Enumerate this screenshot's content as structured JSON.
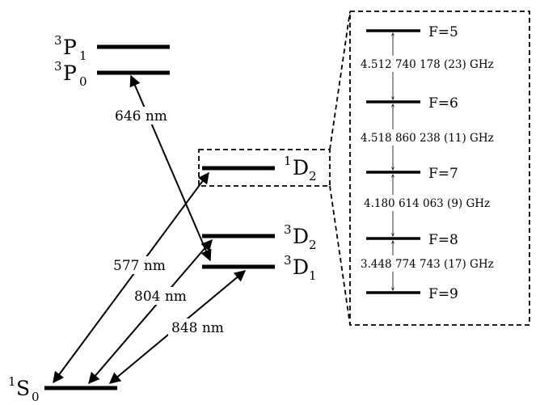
{
  "levels": {
    "P1": {
      "sup": "3",
      "letter": "P",
      "sub": "1"
    },
    "P0": {
      "sup": "3",
      "letter": "P",
      "sub": "0"
    },
    "D2singlet": {
      "sup": "1",
      "letter": "D",
      "sub": "2"
    },
    "D2triplet": {
      "sup": "3",
      "letter": "D",
      "sub": "2"
    },
    "D1": {
      "sup": "3",
      "letter": "D",
      "sub": "1"
    },
    "S0": {
      "sup": "1",
      "letter": "S",
      "sub": "0"
    }
  },
  "transitions": {
    "t646": "646 nm",
    "t577": "577 nm",
    "t804": "804 nm",
    "t848": "848 nm"
  },
  "hyperfine": {
    "levels": [
      "F=5",
      "F=6",
      "F=7",
      "F=8",
      "F=9"
    ],
    "splittings": [
      "4.512 740 178 (23) GHz",
      "4.518 860 238 (11) GHz",
      "4.180 614 063 (9) GHz",
      "3.448 774 743 (17) GHz"
    ]
  }
}
